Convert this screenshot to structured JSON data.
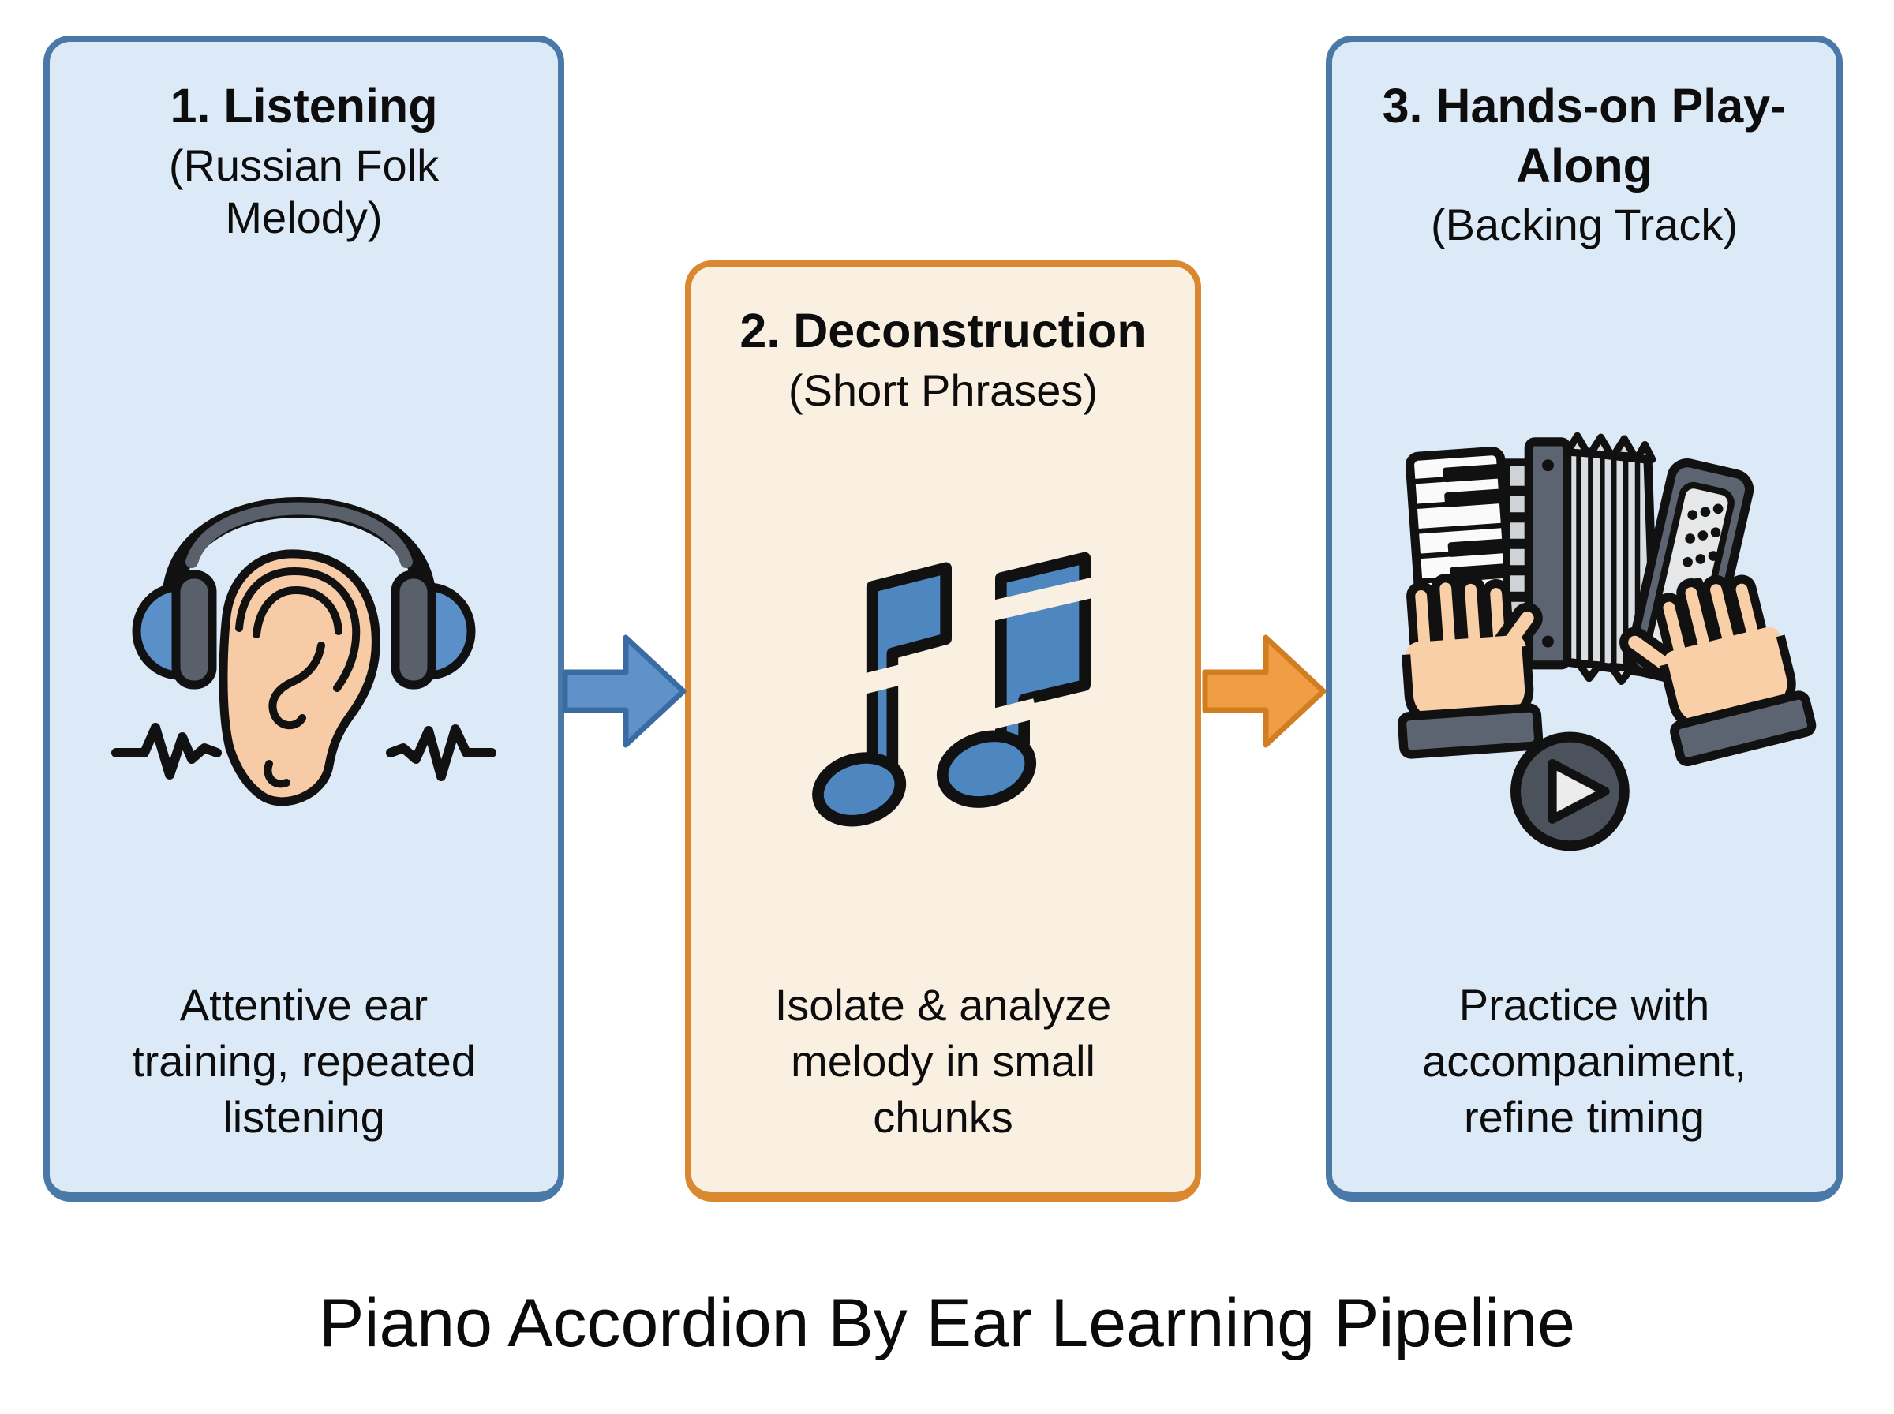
{
  "diagram_title": "Piano Accordion By Ear Learning Pipeline",
  "steps": [
    {
      "heading": "1. Listening",
      "subheading": "(Russian Folk Melody)",
      "description": "Attentive ear training, repeated listening",
      "icon": "ear-with-headphones-icon",
      "theme": "blue"
    },
    {
      "heading": "2. Deconstruction",
      "subheading": "(Short Phrases)",
      "description": "Isolate & analyze melody in small chunks",
      "icon": "deconstructed-music-notes-icon",
      "theme": "orange"
    },
    {
      "heading": "3. Hands-on Play-Along",
      "subheading": "(Backing Track)",
      "description": "Practice with accompaniment, refine timing",
      "icon": "accordion-with-hands-icon",
      "theme": "blue"
    }
  ],
  "arrows": [
    {
      "from": "step-1",
      "to": "step-2",
      "color": "#5e92c8",
      "border": "#3a6ca4"
    },
    {
      "from": "step-2",
      "to": "step-3",
      "color": "#f09d45",
      "border": "#d07e20"
    }
  ],
  "colors": {
    "background": "#ffffff",
    "blue_box_fill": "#dce9f6",
    "blue_box_border": "#4a79a8",
    "orange_box_fill": "#faf0e2",
    "orange_box_border": "#d9882f",
    "note_blue": "#4e87c0",
    "skin": "#f7cba6",
    "dark_gray": "#5b6470",
    "text": "#0d0d0d"
  }
}
